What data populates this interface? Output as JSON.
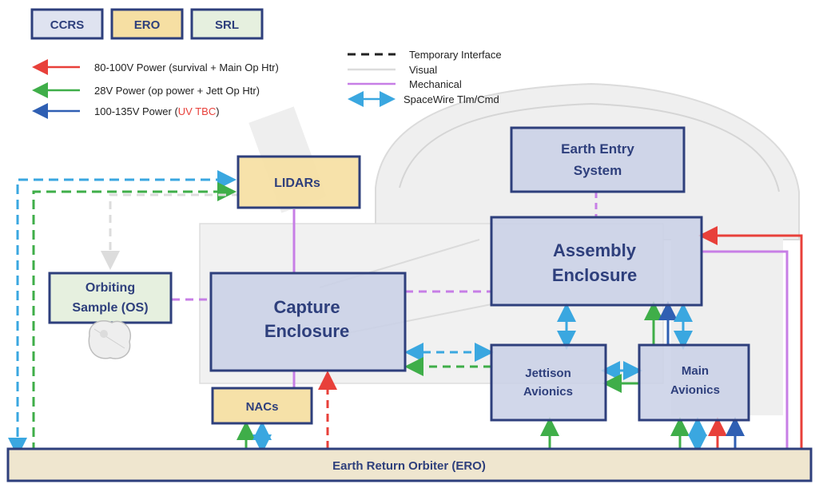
{
  "legend": {
    "orgs": [
      {
        "label": "CCRS",
        "fill": "#dfe3f0"
      },
      {
        "label": "ERO",
        "fill": "#f6dfa3"
      },
      {
        "label": "SRL",
        "fill": "#e6f0df"
      }
    ],
    "power": [
      {
        "text": "80-100V Power (survival + Main Op Htr)",
        "color": "#e8403a"
      },
      {
        "text": "28V Power (op power + Jett Op Htr)",
        "color": "#3fae49"
      },
      {
        "text_prefix": "100-135V Power (",
        "text_highlight": "UV TBC",
        "text_suffix": ")",
        "color": "#2f5fb3",
        "highlight_color": "#e8403a"
      }
    ],
    "interfaces": [
      {
        "text": "Temporary Interface",
        "color": "#222222"
      },
      {
        "text": "Visual",
        "color": "#dcdcdc"
      },
      {
        "text": "Mechanical",
        "color": "#c77ee6"
      },
      {
        "text": "SpaceWire Tlm/Cmd",
        "color": "#3aa7e0"
      }
    ]
  },
  "blocks": {
    "lidars": "LIDARs",
    "earth_entry_line1": "Earth Entry",
    "earth_entry_line2": "System",
    "assembly_line1": "Assembly",
    "assembly_line2": "Enclosure",
    "orbiting_line1": "Orbiting",
    "orbiting_line2": "Sample (OS)",
    "capture_line1": "Capture",
    "capture_line2": "Enclosure",
    "nacs": "NACs",
    "jettison_line1": "Jettison",
    "jettison_line2": "Avionics",
    "main_line1": "Main",
    "main_line2": "Avionics",
    "ero": "Earth Return Orbiter (ERO)"
  },
  "colors": {
    "ccrs_fill": "#c9d0e6",
    "ccrs_stroke": "#2e3f7c",
    "ero_fill": "#f6dfa3",
    "srl_fill": "#e6f0df",
    "orbiter_fill": "#efe6cf",
    "red": "#e8403a",
    "green": "#3fae49",
    "blue": "#2f5fb3",
    "light_blue": "#3aa7e0",
    "purple": "#c77ee6",
    "visual": "#dcdcdc"
  }
}
